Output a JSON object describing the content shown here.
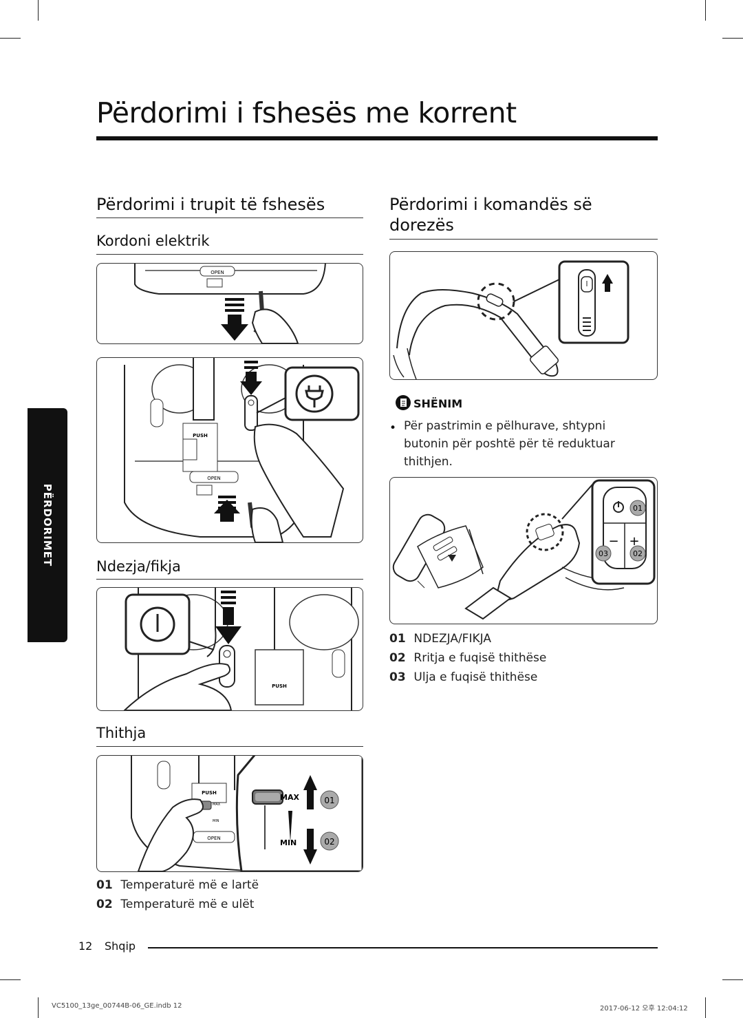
{
  "page": {
    "title": "Përdorimi i fshesës me korrent",
    "side_tab": "PËRDORIMET"
  },
  "left": {
    "heading": "Përdorimi i trupit të fshesës",
    "sub_cord": "Kordoni elektrik",
    "sub_onoff": "Ndezja/fikja",
    "sub_suction": "Thithja",
    "suction_legend": [
      {
        "num": "01",
        "text": "Temperaturë më e lartë"
      },
      {
        "num": "02",
        "text": "Temperaturë më e ulët"
      }
    ]
  },
  "right": {
    "heading": "Përdorimi i komandës së dorezës",
    "note_label": "SHËNIM",
    "note_text": "Për pastrimin e pëlhurave, shtypni butonin për poshtë për të reduktuar thithjen.",
    "legend": [
      {
        "num": "01",
        "text": "NDEZJA/FIKJA"
      },
      {
        "num": "02",
        "text": "Rritja e fuqisë thithëse"
      },
      {
        "num": "03",
        "text": "Ulja e fuqisë thithëse"
      }
    ]
  },
  "illustration_labels": {
    "open": "OPEN",
    "push": "PUSH",
    "max": "MAX",
    "min": "MIN",
    "callout_01": "01",
    "callout_02": "02",
    "callout_03": "03",
    "plus": "+",
    "minus": "−"
  },
  "footer": {
    "page_number": "12",
    "language": "Shqip",
    "slug_left": "VC5100_13ge_00744B-06_GE.indb   12",
    "slug_right": "2017-06-12   오후 12:04:12"
  }
}
